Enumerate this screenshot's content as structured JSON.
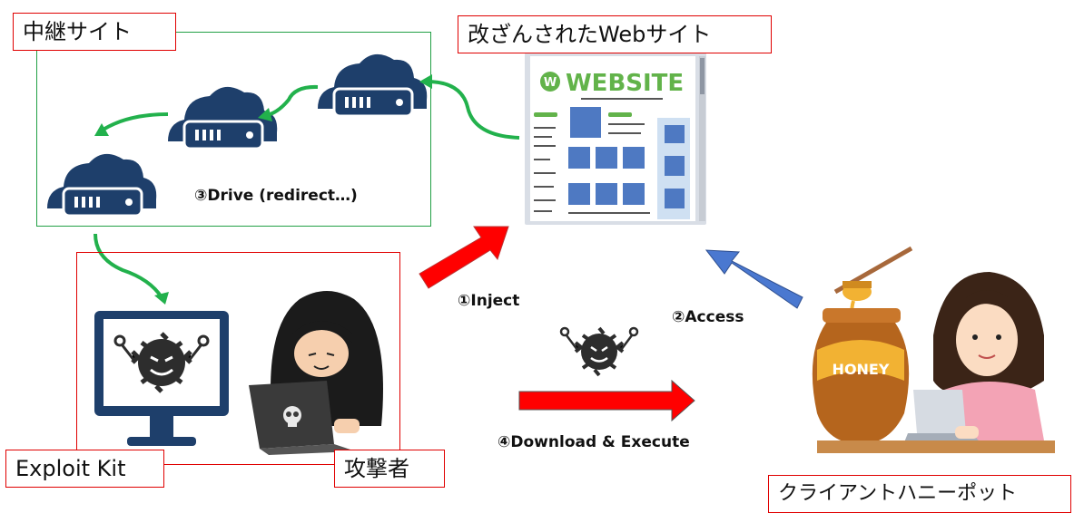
{
  "labels": {
    "relay_site": "中継サイト",
    "tampered_site": "改ざんされたWebサイト",
    "exploit_kit": "Exploit Kit",
    "attacker": "攻撃者",
    "client_honeypot": "クライアントハニーポット"
  },
  "steps": {
    "inject": "①Inject",
    "access": "②Access",
    "drive": "③Drive (redirect…)",
    "download": "④Download & Execute"
  },
  "website_logo": "WEBSITE",
  "honey_jar_text": "HONEY",
  "colors": {
    "red_border": "#e00000",
    "green_border": "#22a045",
    "cloud_navy": "#1e3f6b",
    "red_arrow": "#ff0000",
    "blue_arrow": "#3e6fcf"
  }
}
